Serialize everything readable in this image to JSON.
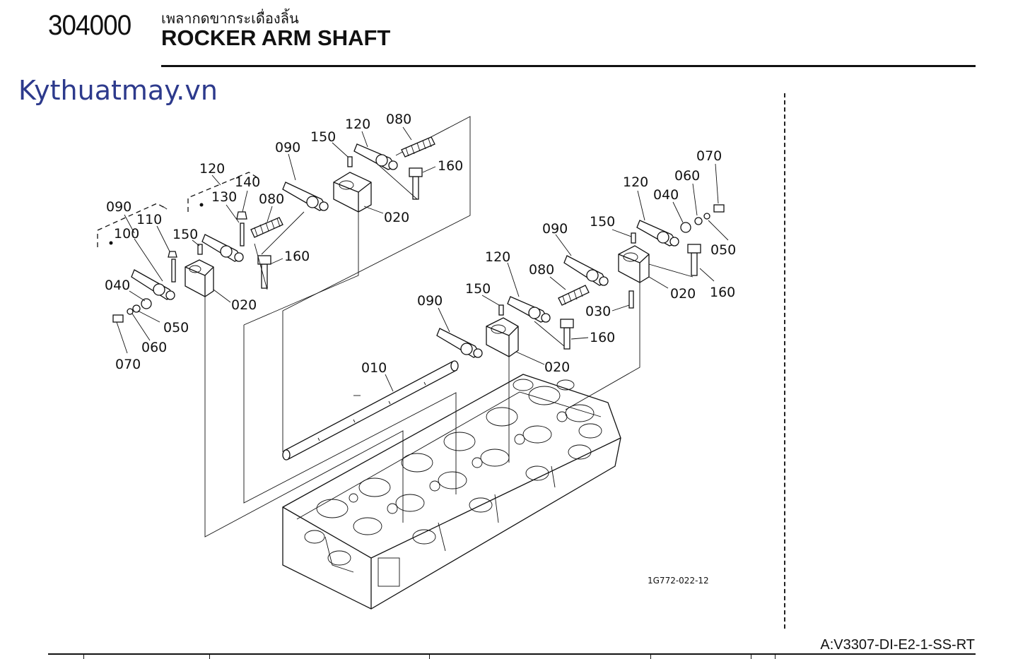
{
  "header": {
    "code": "304000",
    "thai_title": "เพลากดขากระเดื่องลิ้น",
    "title": "ROCKER ARM SHAFT"
  },
  "watermark": "Kythuatmay.vn",
  "diagram": {
    "figure_id": "1G772-022-12",
    "callouts": [
      {
        "id": "c01",
        "text": "010"
      },
      {
        "id": "c02",
        "text": "020"
      },
      {
        "id": "c03",
        "text": "020"
      },
      {
        "id": "c04",
        "text": "020"
      },
      {
        "id": "c05",
        "text": "020"
      },
      {
        "id": "c06",
        "text": "030"
      },
      {
        "id": "c07",
        "text": "040"
      },
      {
        "id": "c08",
        "text": "040"
      },
      {
        "id": "c09",
        "text": "050"
      },
      {
        "id": "c10",
        "text": "050"
      },
      {
        "id": "c11",
        "text": "060"
      },
      {
        "id": "c12",
        "text": "060"
      },
      {
        "id": "c13",
        "text": "070"
      },
      {
        "id": "c14",
        "text": "070"
      },
      {
        "id": "c15",
        "text": "080"
      },
      {
        "id": "c16",
        "text": "080"
      },
      {
        "id": "c17",
        "text": "080"
      },
      {
        "id": "c18",
        "text": "090"
      },
      {
        "id": "c19",
        "text": "090"
      },
      {
        "id": "c20",
        "text": "090"
      },
      {
        "id": "c21",
        "text": "090"
      },
      {
        "id": "c22",
        "text": "100"
      },
      {
        "id": "c23",
        "text": "110"
      },
      {
        "id": "c24",
        "text": "120"
      },
      {
        "id": "c25",
        "text": "120"
      },
      {
        "id": "c26",
        "text": "120"
      },
      {
        "id": "c27",
        "text": "120"
      },
      {
        "id": "c28",
        "text": "130"
      },
      {
        "id": "c29",
        "text": "140"
      },
      {
        "id": "c30",
        "text": "150"
      },
      {
        "id": "c31",
        "text": "150"
      },
      {
        "id": "c32",
        "text": "150"
      },
      {
        "id": "c33",
        "text": "150"
      },
      {
        "id": "c34",
        "text": "160"
      },
      {
        "id": "c35",
        "text": "160"
      },
      {
        "id": "c36",
        "text": "160"
      },
      {
        "id": "c37",
        "text": "160"
      }
    ]
  },
  "footer": {
    "model": "A:V3307-DI-E2-1-SS-RT"
  }
}
